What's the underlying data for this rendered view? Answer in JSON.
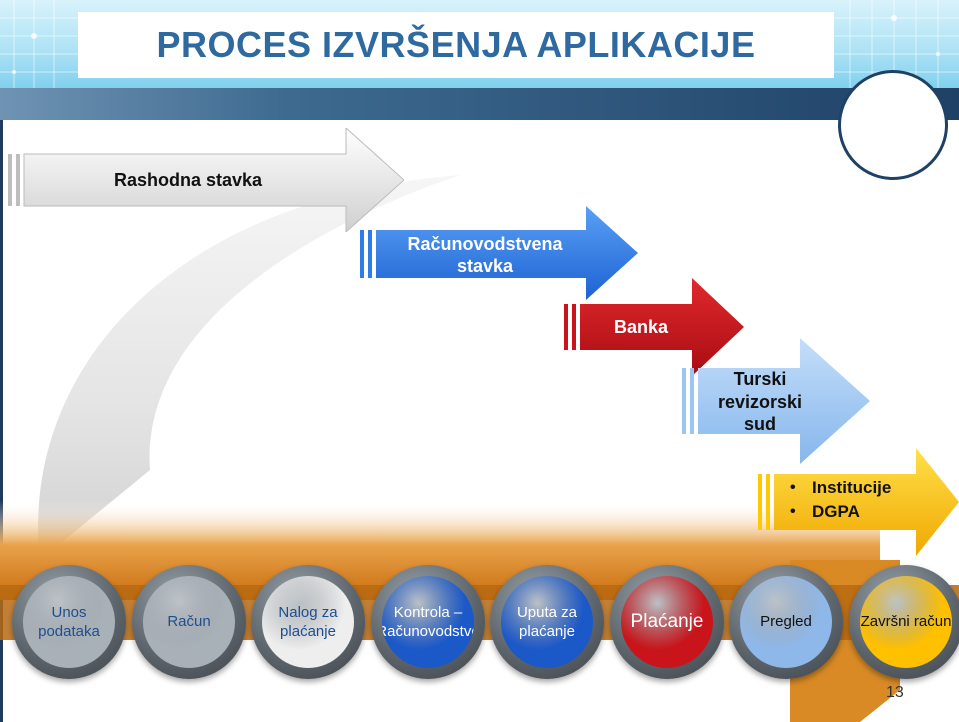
{
  "title": "PROCES IZVRŠENJA APLIKACIJE",
  "arrows": [
    {
      "label": "Rashodna stavka",
      "color": "#e6e6e6",
      "text_color": "#111111"
    },
    {
      "label": "Računovodstvena stavka",
      "color": "#2f7de6",
      "text_color": "#ffffff"
    },
    {
      "label": "Banka",
      "color": "#c8141a",
      "text_color": "#ffffff"
    },
    {
      "label": "Turski revizorski sud",
      "color": "#9cc6f2",
      "text_color": "#111111"
    },
    {
      "label": "",
      "color": "#ffc800",
      "text_color": "#111111"
    }
  ],
  "final_bullets": [
    "Institucije",
    "DGPA"
  ],
  "bullet_symbol": "•",
  "steps": [
    {
      "label": "Unos podataka",
      "fill": "#a8b0b8",
      "text_color": "#1d4f8f"
    },
    {
      "label": "Račun",
      "fill": "#a8b0b8",
      "text_color": "#1d4f8f"
    },
    {
      "label": "Nalog za plaćanje",
      "fill": "#eeeeee",
      "text_color": "#1d4f8f"
    },
    {
      "label": "Kontrola – Računovodstvo",
      "fill": "#1b58c8",
      "text_color": "#ffffff"
    },
    {
      "label": "Uputa za plaćanje",
      "fill": "#1b58c8",
      "text_color": "#ffffff"
    },
    {
      "label": "Plaćanje",
      "fill": "#c8141a",
      "text_color": "#ffffff"
    },
    {
      "label": "Pregled",
      "fill": "#8fb8ea",
      "text_color": "#111111"
    },
    {
      "label": "Završni račun",
      "fill": "#ffc000",
      "text_color": "#111111"
    }
  ],
  "slide_number": "13"
}
